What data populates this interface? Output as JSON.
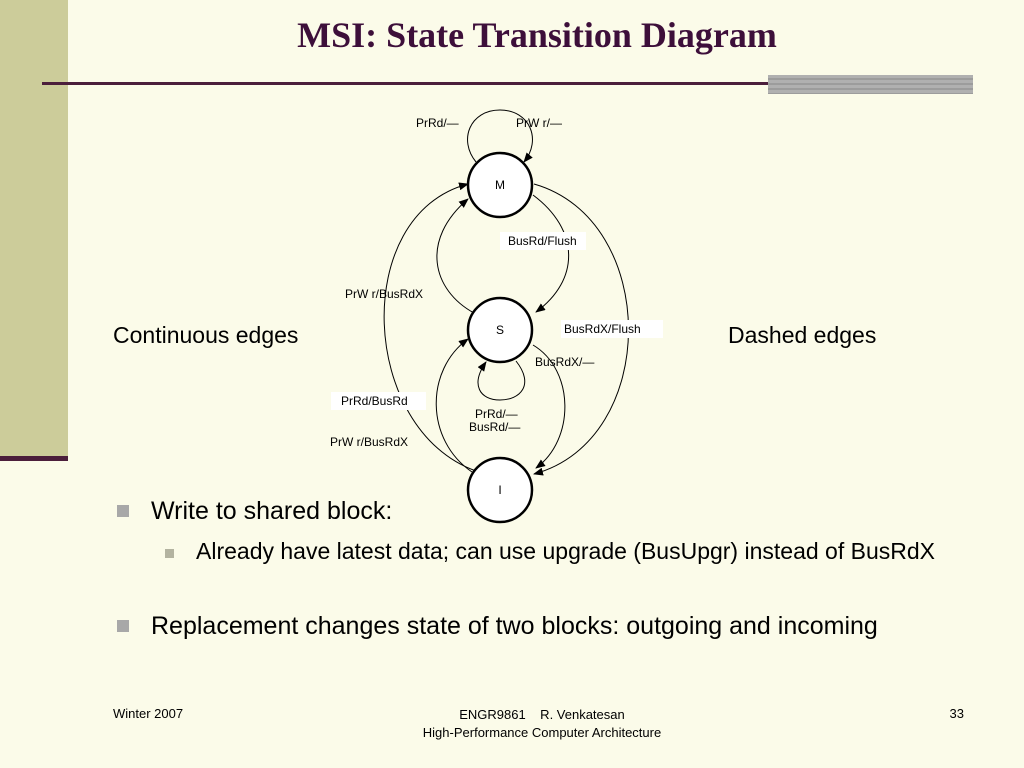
{
  "slide": {
    "title": "MSI: State Transition Diagram",
    "continuous_label": "Continuous edges",
    "dashed_label": "Dashed edges",
    "bullets": [
      {
        "text": "Write to shared block:",
        "sub": [
          "Already have latest data; can use upgrade (BusUpgr) instead of BusRdX"
        ]
      },
      {
        "text": "Replacement changes state of two blocks: outgoing and incoming",
        "sub": []
      }
    ]
  },
  "diagram": {
    "states": {
      "m": "M",
      "s": "S",
      "i": "I"
    },
    "edges": {
      "m_self_prrd": "PrRd/—",
      "m_self_prwr": "PrW r/—",
      "m_to_s": "BusRd/Flush",
      "s_to_m": "PrW r/BusRdX",
      "m_to_i": "BusRdX/Flush",
      "s_to_i": "BusRdX/—",
      "i_to_s": "PrRd/BusRd",
      "s_self_prrd": "PrRd/—",
      "s_self_busrd": "BusRd/—",
      "i_to_m": "PrW r/BusRdX"
    }
  },
  "footer": {
    "left": "Winter 2007",
    "course": "ENGR9861    R. Venkatesan",
    "subtitle": "High-Performance Computer Architecture",
    "page": "33"
  }
}
